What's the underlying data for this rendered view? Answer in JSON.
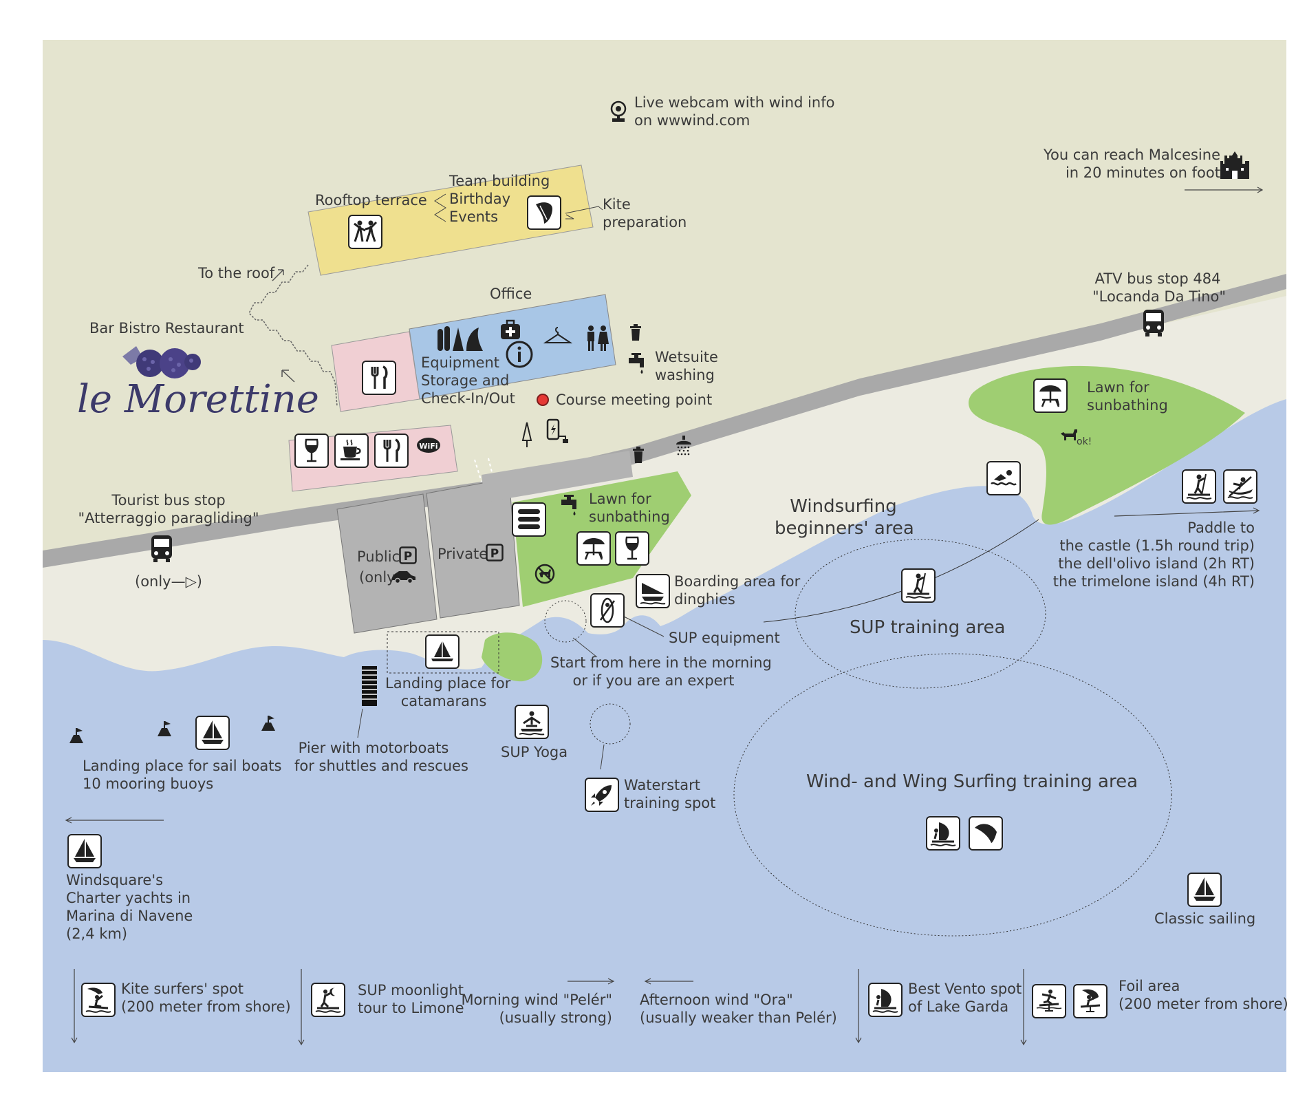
{
  "labels": {
    "webcam": "Live webcam with wind info\non wwwind.com",
    "malcesine": "You can reach Malcesine\nin 20 minutes on foot",
    "rooftop": "Rooftop terrace",
    "team_building": "Team building\nBirthday\nEvents",
    "kite_prep": "Kite\npreparation",
    "to_roof": "To the roof",
    "office": "Office",
    "bar_bistro": "Bar Bistro Restaurant",
    "logo_text": "le Morettine",
    "equipment": "Equipment\nStorage and\nCheck-In/Out",
    "wetsuite": "Wetsuite\nwashing",
    "course_meeting": "Course meeting point",
    "atv_bus": "ATV bus stop 484\n\"Locanda Da Tino\"",
    "lawn_right": "Lawn for\nsunbathing",
    "ok": "ok!",
    "tourist_bus": "Tourist bus stop\n\"Atterraggio paragliding\"",
    "only_arrow": "(only—▷)",
    "public": "Public",
    "only_car": "(only",
    "private": "Private",
    "lawn_mid": "Lawn for\nsunbathing",
    "windsurf_beginners": "Windsurfing\nbeginners' area",
    "paddle": "Paddle to\nthe castle (1.5h round trip)\nthe dell'olivo island (2h RT)\nthe trimelone island (4h RT)",
    "boarding": "Boarding area for\ndinghies",
    "sup_training": "SUP training area",
    "sup_equipment": "SUP equipment",
    "start_here": "Start from here in the morning\nor if you are an expert",
    "landing_cat": "Landing place for\ncatamarans",
    "sail_boats": "Landing place for sail boats\n10 mooring buoys",
    "pier": "Pier with motorboats\nfor shuttles and rescues",
    "sup_yoga": "SUP Yoga",
    "waterstart": "Waterstart\ntraining spot",
    "wind_wing": "Wind- and Wing Surfing training area",
    "windsquare": "Windsquare's\nCharter yachts in\nMarina di Navene\n(2,4 km)",
    "classic_sailing": "Classic sailing",
    "kite_spot": "Kite surfers' spot\n(200 meter from shore)",
    "sup_moonlight": "SUP moonlight\ntour to Limone",
    "morning_wind": "Morning wind \"Pelér\"\n(usually strong)",
    "afternoon_wind": "Afternoon wind \"Ora\"\n(usually weaker than Pelér)",
    "best_vento": "Best Vento spot\nof Lake Garda",
    "foil": "Foil area\n(200 meter from shore)"
  },
  "icons": {
    "webcam": "webcam-icon",
    "castle": "castle-icon",
    "dancing": "dancing-people-icon",
    "kite": "kite-icon",
    "cutlery": "cutlery-icon",
    "equipment": "boards-icon",
    "first_aid": "first-aid-icon",
    "info": "info-icon",
    "hanger": "hanger-icon",
    "toilets": "toilets-icon",
    "trash": "trash-icon",
    "tap": "water-tap-icon",
    "wine": "wine-glass-icon",
    "coffee": "coffee-cup-icon",
    "wifi": "wifi-icon",
    "bus": "bus-icon",
    "parasol": "parasol-icon",
    "shower": "shower-icon",
    "swim": "swimming-icon",
    "sup": "sup-icon",
    "kayak": "kayak-icon",
    "dinghy": "dinghy-icon",
    "catamaran": "catamaran-icon",
    "sailboat": "sailboat-icon",
    "buoy": "buoy-icon",
    "waterstart": "rocket-icon",
    "windsurf": "windsurf-icon",
    "wing": "wing-icon",
    "kitesurf": "kitesurf-icon",
    "hydrofoil": "hydrofoil-icon",
    "dog": "dog-icon",
    "no_dogs": "no-dogs-icon",
    "charger": "charger-icon",
    "umbrella_closed": "closed-umbrella-icon",
    "stack": "stack-icon",
    "parking": "parking-icon"
  },
  "colors": {
    "land": "#e4e4cf",
    "beach": "#ecebe1",
    "road": "#aaaaaa",
    "water": "#b8cae7",
    "lawn": "#9fce72",
    "roof": "#efe08f",
    "office": "#a8c6e6",
    "bar": "#f0cfd3",
    "parking": "#b3b3b3",
    "meeting_dot": "#e53935",
    "logo": "#3c3a6a"
  }
}
